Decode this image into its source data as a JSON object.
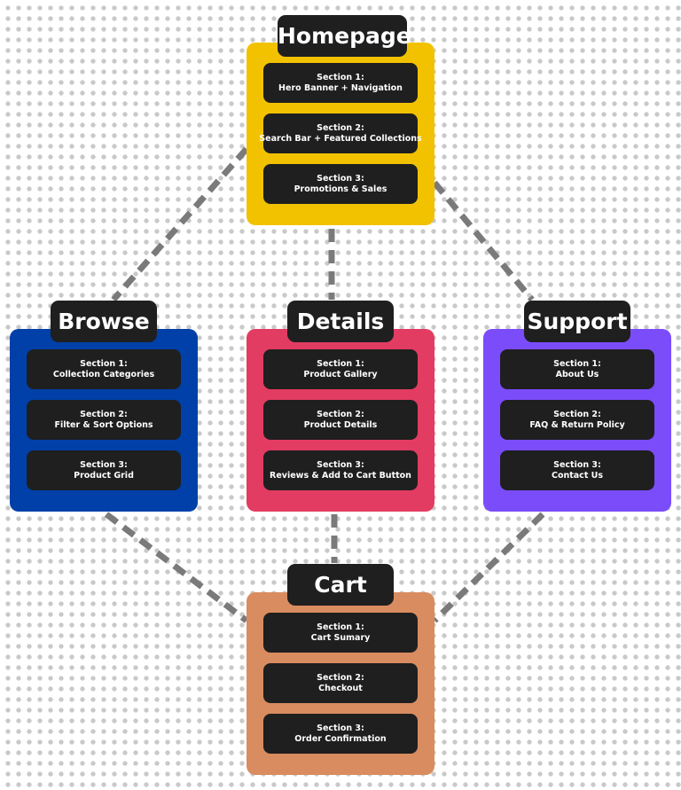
{
  "colors": {
    "homepage": "#f2c200",
    "browse": "#0040a8",
    "details": "#e23c62",
    "support": "#7b4cfa",
    "cart": "#d98c5f",
    "section_bg": "#1f1f1f",
    "connector": "#7a7a7a"
  },
  "nodes": {
    "homepage": {
      "title": "Homepage",
      "sections": [
        {
          "heading": "Section 1:",
          "text": "Hero Banner + Navigation"
        },
        {
          "heading": "Section 2:",
          "text": "Search Bar + Featured Collections"
        },
        {
          "heading": "Section 3:",
          "text": "Promotions & Sales"
        }
      ]
    },
    "browse": {
      "title": "Browse",
      "sections": [
        {
          "heading": "Section 1:",
          "text": "Collection Categories"
        },
        {
          "heading": "Section 2:",
          "text": "Filter & Sort Options"
        },
        {
          "heading": "Section 3:",
          "text": "Product Grid"
        }
      ]
    },
    "details": {
      "title": "Details",
      "sections": [
        {
          "heading": "Section 1:",
          "text": "Product Gallery"
        },
        {
          "heading": "Section 2:",
          "text": "Product Details"
        },
        {
          "heading": "Section 3:",
          "text": "Reviews & Add to Cart Button"
        }
      ]
    },
    "support": {
      "title": "Support",
      "sections": [
        {
          "heading": "Section 1:",
          "text": "About Us"
        },
        {
          "heading": "Section 2:",
          "text": "FAQ & Return Policy"
        },
        {
          "heading": "Section 3:",
          "text": "Contact Us"
        }
      ]
    },
    "cart": {
      "title": "Cart",
      "sections": [
        {
          "heading": "Section 1:",
          "text": "Cart Sumary"
        },
        {
          "heading": "Section 2:",
          "text": "Checkout"
        },
        {
          "heading": "Section 3:",
          "text": "Order Confirmation"
        }
      ]
    }
  },
  "edges": [
    {
      "from": "homepage",
      "to": "browse"
    },
    {
      "from": "homepage",
      "to": "details"
    },
    {
      "from": "homepage",
      "to": "support"
    },
    {
      "from": "browse",
      "to": "cart"
    },
    {
      "from": "details",
      "to": "cart"
    },
    {
      "from": "support",
      "to": "cart"
    }
  ]
}
